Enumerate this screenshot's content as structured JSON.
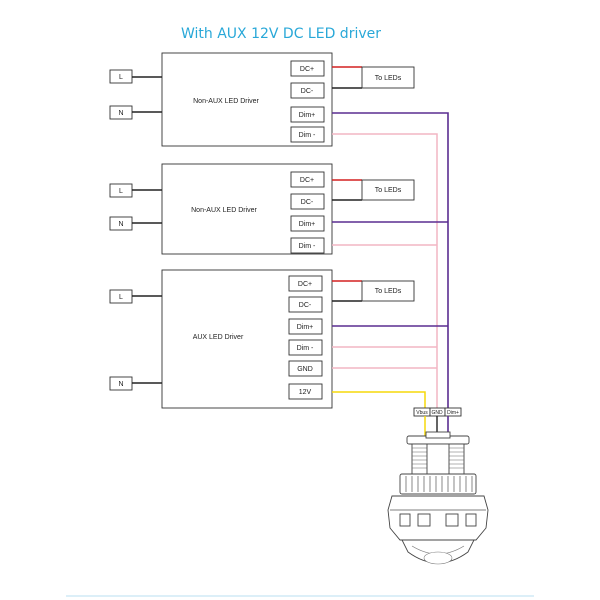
{
  "title": "With AUX 12V DC  LED driver",
  "supply": {
    "live": "L",
    "neutral": "N"
  },
  "drivers": [
    {
      "name": "Non-AUX  LED Driver",
      "terminals": [
        "DC+",
        "DC-",
        "Dim+",
        "Dim -"
      ],
      "output": "To LEDs"
    },
    {
      "name": "Non-AUX  LED Driver",
      "terminals": [
        "DC+",
        "DC-",
        "Dim+",
        "Dim -"
      ],
      "output": "To LEDs"
    },
    {
      "name": "AUX  LED Driver",
      "terminals": [
        "DC+",
        "DC-",
        "Dim+",
        "Dim -",
        "GND",
        "12V"
      ],
      "output": "To LEDs"
    }
  ],
  "sensor_terminals": [
    "Vbus",
    "GND",
    "Dim+"
  ],
  "colors": {
    "title": "#29a8d8",
    "dc_positive": "#d32020",
    "dim_positive": "#5a2d91",
    "dim_negative": "#f2b6c4",
    "aux_12v": "#f5d90a",
    "neutral_wire": "#222222"
  }
}
